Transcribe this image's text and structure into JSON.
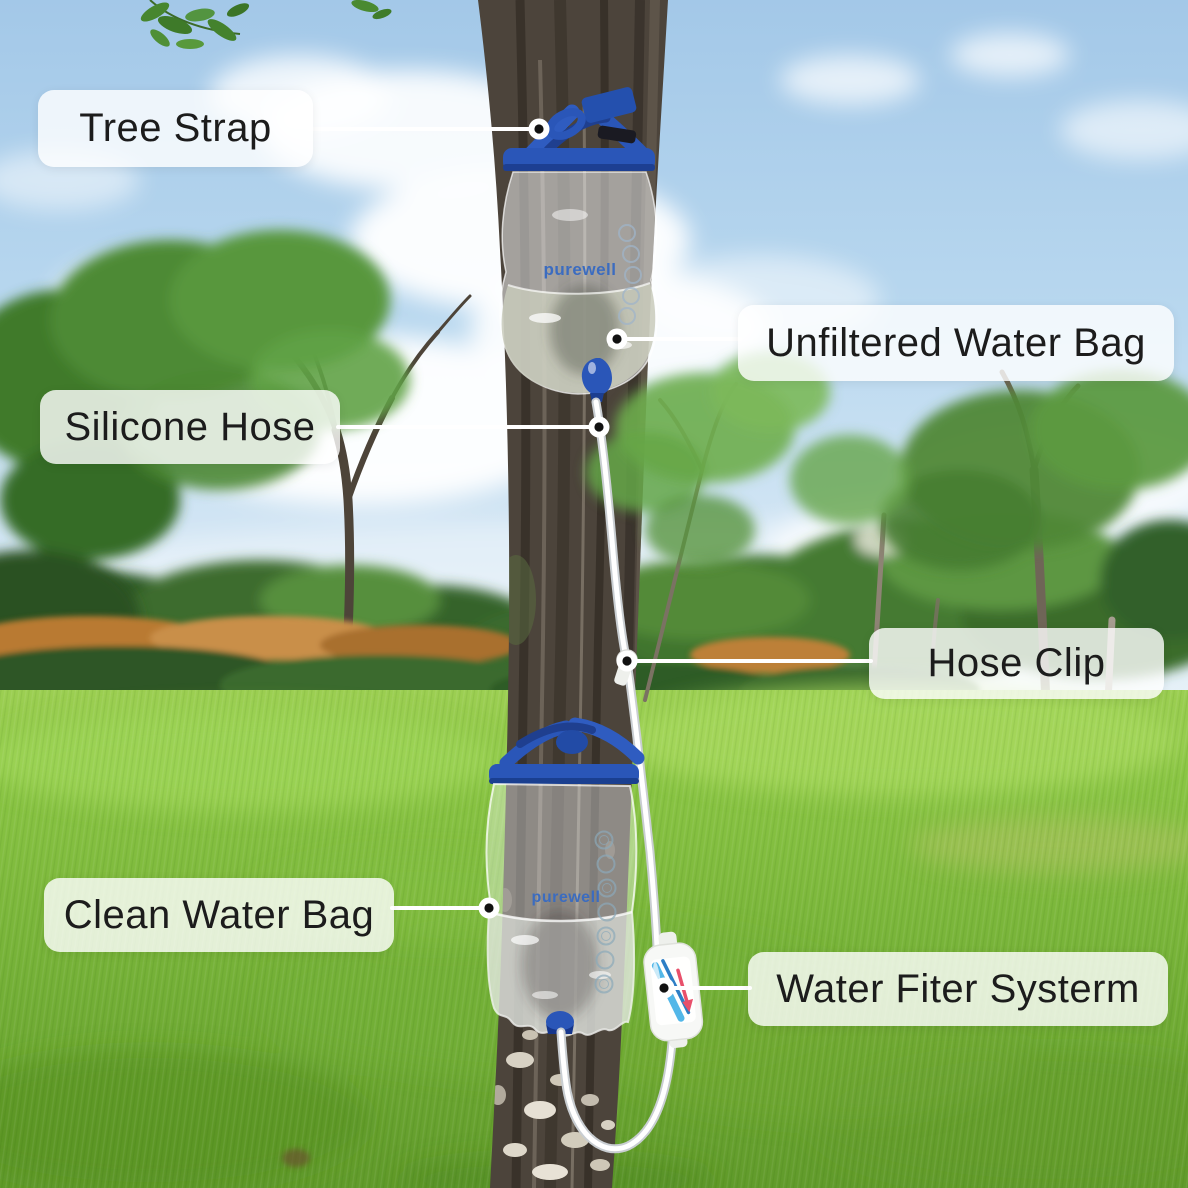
{
  "scene": {
    "subject": "Gravity-fed water filter system strapped to a tree trunk in a grassy park",
    "brand_logo_top_bag": "purewell",
    "brand_logo_bottom_bag": "purewell"
  },
  "labels": [
    {
      "id": "tree-strap",
      "text": "Tree Strap",
      "side": "left"
    },
    {
      "id": "unfiltered-water-bag",
      "text": "Unfiltered Water Bag",
      "side": "right"
    },
    {
      "id": "silicone-hose",
      "text": "Silicone Hose",
      "side": "left"
    },
    {
      "id": "hose-clip",
      "text": "Hose Clip",
      "side": "right"
    },
    {
      "id": "clean-water-bag",
      "text": "Clean Water Bag",
      "side": "left"
    },
    {
      "id": "water-filter-system",
      "text": "Water Fiter Systerm",
      "side": "right"
    }
  ],
  "colors": {
    "label_background": "rgba(255,255,255,0.8)",
    "label_text": "#1c1c1c",
    "leader_line": "#ffffff",
    "strap_blue": "#2a56b8",
    "logo_blue": "#3b6cc0",
    "filter_arrow_red": "#e8506b",
    "filter_stripe_blue": "#53b7e8",
    "sky_blue": "#a3c8e8",
    "grass_green": "#7fbf3f"
  }
}
